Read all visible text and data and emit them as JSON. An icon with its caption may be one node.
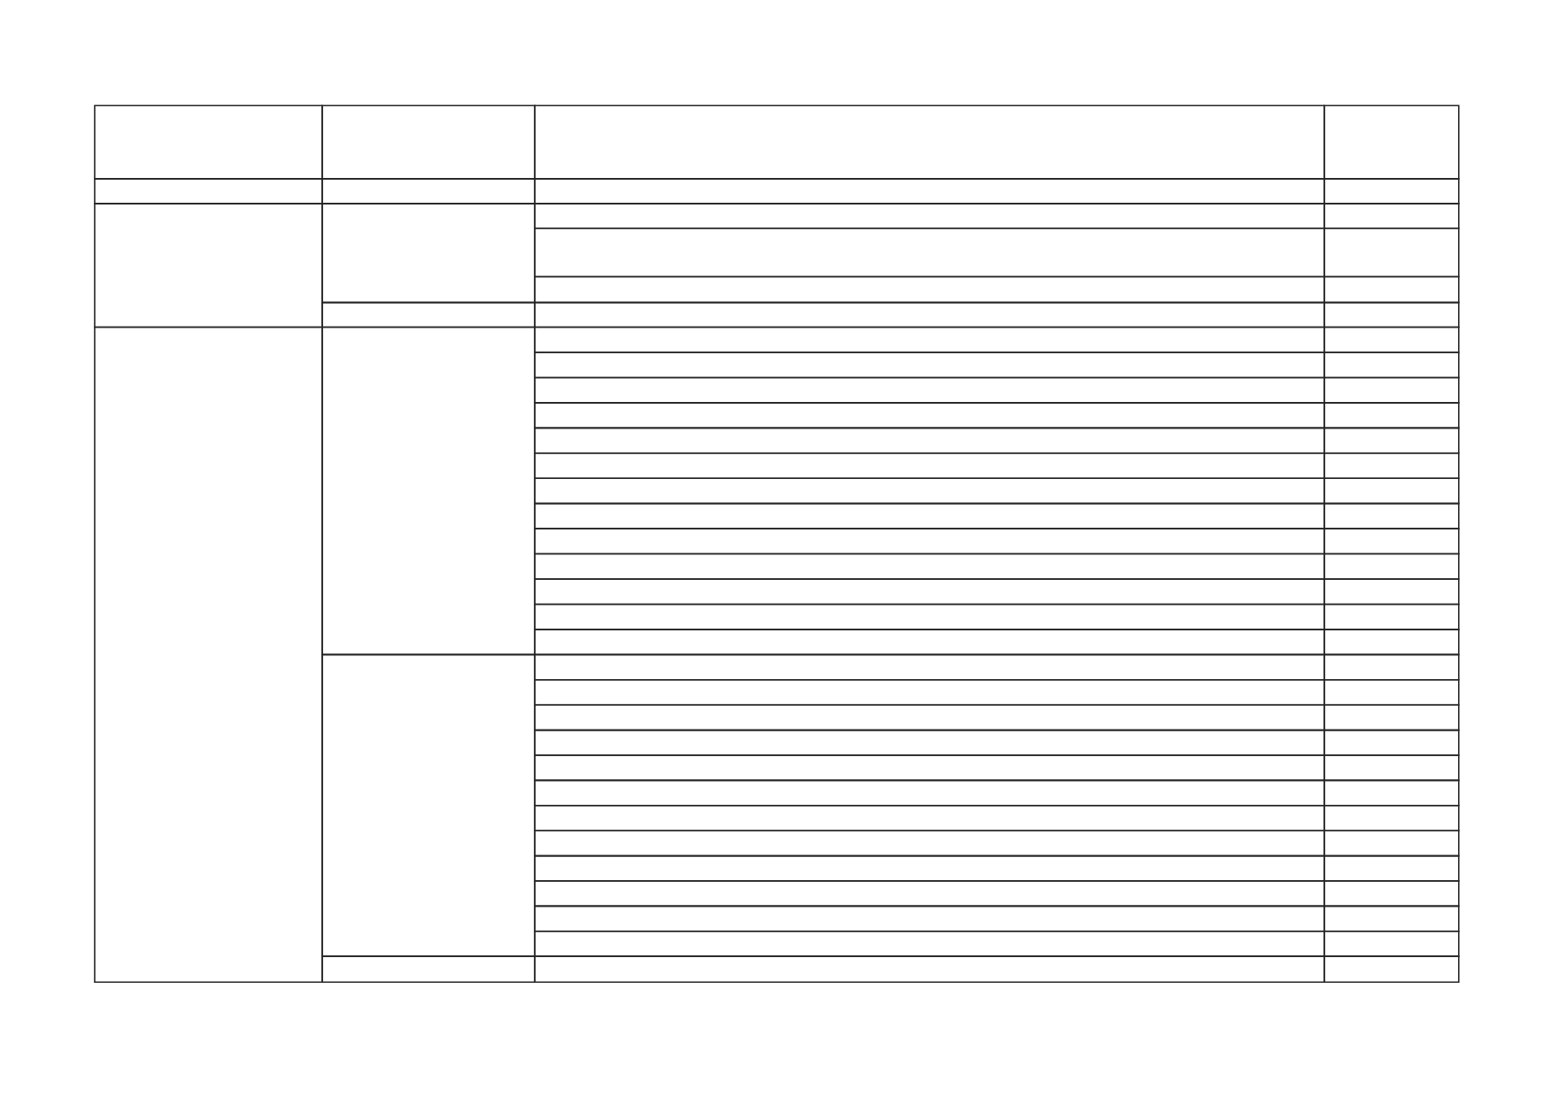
{
  "diagram": {
    "nodes": [
      {
        "text": [],
        "shape": "box"
      },
      {
        "text": [],
        "shape": "box"
      },
      {
        "text": [],
        "shape": "box"
      },
      {
        "text": [],
        "shape": "box"
      },
      {
        "text": [],
        "shape": "box"
      },
      {
        "text": [],
        "shape": "box"
      },
      {
        "text": [],
        "shape": "box"
      },
      {
        "text": [],
        "shape": "box"
      },
      {
        "text": [],
        "shape": "box"
      },
      {
        "text": [],
        "shape": "box"
      },
      {
        "text": [],
        "shape": "box"
      },
      {
        "text": [],
        "shape": "box"
      },
      {
        "text": [],
        "shape": "box"
      },
      {
        "text": [],
        "shape": "box"
      },
      {
        "text": [],
        "shape": "box"
      },
      {
        "text": [],
        "shape": "box"
      },
      {
        "text": [],
        "shape": "box"
      },
      {
        "text": [],
        "shape": "box"
      },
      {
        "text": [],
        "shape": "box"
      },
      {
        "text": [],
        "shape": "box"
      },
      {
        "text": [],
        "shape": "box"
      },
      {
        "text": [],
        "shape": "box"
      },
      {
        "text": [],
        "shape": "box"
      },
      {
        "text": [],
        "shape": "box"
      },
      {
        "text": [],
        "shape": "box"
      },
      {
        "text": [],
        "shape": "box"
      },
      {
        "text": [],
        "shape": "box"
      },
      {
        "text": [],
        "shape": "box"
      },
      {
        "text": [],
        "shape": "box"
      },
      {
        "text": [],
        "shape": "box"
      },
      {
        "text": [],
        "shape": "box"
      },
      {
        "text": [],
        "shape": "box"
      },
      {
        "text": [],
        "shape": "box"
      },
      {
        "text": [],
        "shape": "box"
      },
      {
        "text": [],
        "shape": "box"
      },
      {
        "text": [],
        "shape": "box"
      },
      {
        "text": [],
        "shape": "box"
      },
      {
        "text": [],
        "shape": "box"
      },
      {
        "text": [],
        "shape": "box"
      },
      {
        "text": [],
        "shape": "box"
      },
      {
        "text": [],
        "shape": "box"
      },
      {
        "text": [],
        "shape": "box"
      },
      {
        "text": [],
        "shape": "box"
      },
      {
        "text": [],
        "shape": "box"
      },
      {
        "text": [],
        "shape": "box"
      },
      {
        "text": [],
        "shape": "box"
      },
      {
        "text": [],
        "shape": "box"
      },
      {
        "text": [],
        "shape": "box"
      },
      {
        "text": [],
        "shape": "box"
      },
      {
        "text": [],
        "shape": "box"
      },
      {
        "text": [],
        "shape": "box"
      },
      {
        "text": [],
        "shape": "box"
      },
      {
        "text": [],
        "shape": "box"
      },
      {
        "text": [],
        "shape": "box"
      },
      {
        "text": [],
        "shape": "box"
      },
      {
        "text": [],
        "shape": "box"
      },
      {
        "text": [],
        "shape": "box"
      },
      {
        "text": [],
        "shape": "box"
      },
      {
        "text": [],
        "shape": "box"
      },
      {
        "text": [],
        "shape": "box"
      },
      {
        "text": [],
        "shape": "box"
      },
      {
        "text": [],
        "shape": "box"
      },
      {
        "text": [],
        "shape": "box"
      },
      {
        "text": [],
        "shape": "box"
      },
      {
        "text": [],
        "shape": "box"
      },
      {
        "text": [],
        "shape": "box"
      },
      {
        "text": [],
        "shape": "box"
      },
      {
        "text": [],
        "shape": "box"
      },
      {
        "text": [],
        "shape": "box"
      },
      {
        "text": [],
        "shape": "box"
      },
      {
        "text": [],
        "shape": "box"
      },
      {
        "text": [],
        "shape": "box"
      },
      {
        "text": [],
        "shape": "box"
      },
      {
        "text": [],
        "shape": "box"
      },
      {
        "text": [],
        "shape": "box"
      }
    ]
  }
}
